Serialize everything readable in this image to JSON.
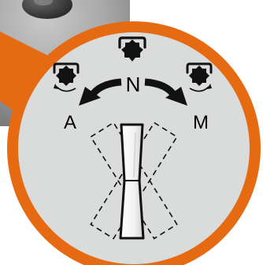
{
  "dial": {
    "center_label": "N",
    "left_label": "A",
    "right_label": "M"
  },
  "colors": {
    "ring": "#e56a12",
    "face": "#dadcdc",
    "photo_bg": "#9a9a9a",
    "ink": "#111111"
  },
  "icons": {
    "knob": "knob-icon",
    "rotate": "rotate-arrow-icon",
    "arrow": "curved-arrow-icon",
    "blade": "blade-indicator-icon"
  }
}
